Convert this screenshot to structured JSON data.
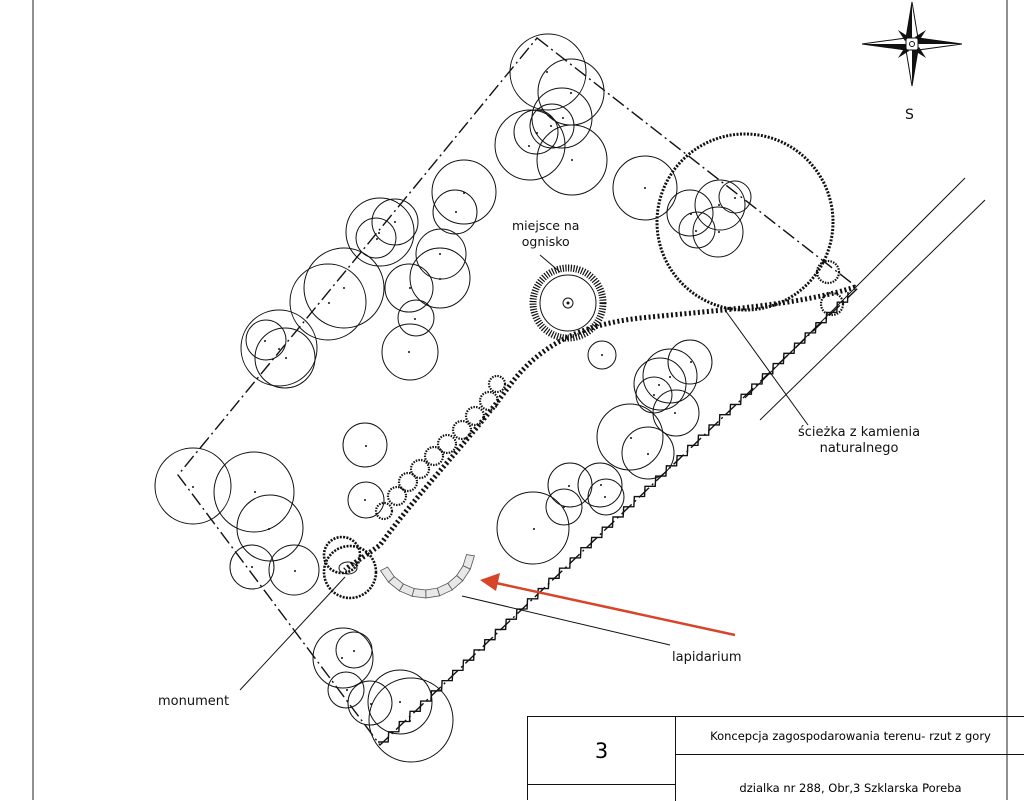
{
  "compass": {
    "icon": "compass-rose-icon",
    "direction_label": "S"
  },
  "labels": {
    "fire_place": [
      "miejsce na",
      "ognisko"
    ],
    "stone_path": [
      "ścieżka z kamienia",
      "naturalnego"
    ],
    "lapidarium": "lapidarium",
    "monument": "monument"
  },
  "title_block": {
    "sheet_number": "3",
    "title": "Koncepcja zagospodarowania terenu- rzut z gory",
    "address": "dzialka nr 288, Obr,3 Szklarska Poreba"
  },
  "colors": {
    "ink": "#111111",
    "arrow": "#d8442a"
  }
}
